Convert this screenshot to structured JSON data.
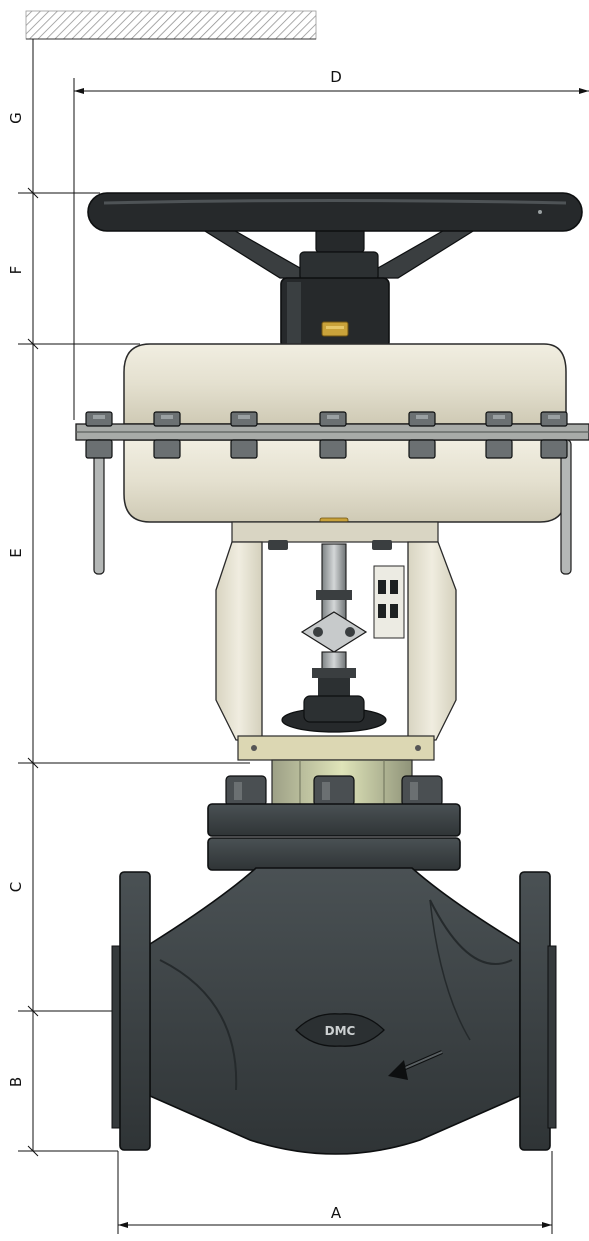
{
  "dimensions": {
    "a": "A",
    "b": "B",
    "c": "C",
    "d": "D",
    "e": "E",
    "f": "F",
    "g": "G"
  },
  "body": {
    "logo_text": "DMC"
  },
  "colors": {
    "body_iron": "#3c4245",
    "body_shadow": "#2a2f31",
    "handwheel": "#26292b",
    "diaphragm_case": "#e6e2d2",
    "yoke": "#e8e5d6",
    "bolt_gray": "#6b7072",
    "brass": "#c9a23a",
    "hatch": "#9a9a9a"
  },
  "icons": {
    "flow_arrow": "flow-direction-arrow-icon"
  }
}
